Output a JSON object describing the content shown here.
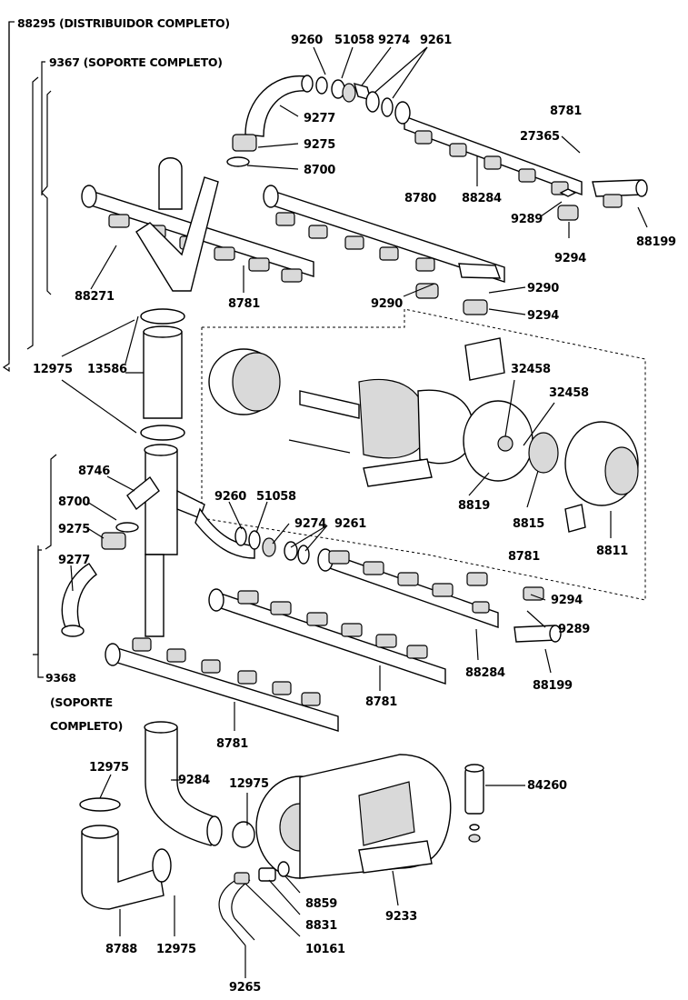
{
  "headers": {
    "distribuidor": "88295 (DISTRIBUIDOR COMPLETO)",
    "soporte_top": "9367 (SOPORTE COMPLETO)",
    "soporte_bottom_num": "9368",
    "soporte_bottom_l1": "(SOPORTE",
    "soporte_bottom_l2": "COMPLETO)"
  },
  "labels": {
    "t9260": "9260",
    "t51058": "51058",
    "t9274": "9274",
    "t9261": "9261",
    "t8781a": "8781",
    "t9277a": "9277",
    "t9275a": "9275",
    "t8700a": "8700",
    "t27365": "27365",
    "t8780": "8780",
    "t88284a": "88284",
    "t9289a": "9289",
    "t9294a": "9294",
    "t88199a": "88199",
    "t88271": "88271",
    "t8781b": "8781",
    "t9290a": "9290",
    "t9290b": "9290",
    "t9294b": "9294",
    "t12975a": "12975",
    "t13586": "13586",
    "t32458a": "32458",
    "t32458b": "32458",
    "t8746": "8746",
    "t8700b": "8700",
    "t9275b": "9275",
    "t9277b": "9277",
    "t9260b": "9260",
    "t51058b": "51058",
    "t9274b": "9274",
    "t9261b": "9261",
    "t8819": "8819",
    "t8815": "8815",
    "t8811": "8811",
    "t8781c": "8781",
    "t9294c": "9294",
    "t9289b": "9289",
    "t88284b": "88284",
    "t88199b": "88199",
    "t8781d": "8781",
    "t8781e": "8781",
    "t12975b": "12975",
    "t9284": "9284",
    "t12975c": "12975",
    "t84260": "84260",
    "t8859": "8859",
    "t8831": "8831",
    "t9233": "9233",
    "t10161": "10161",
    "t8788": "8788",
    "t12975d": "12975",
    "t9265": "9265"
  }
}
